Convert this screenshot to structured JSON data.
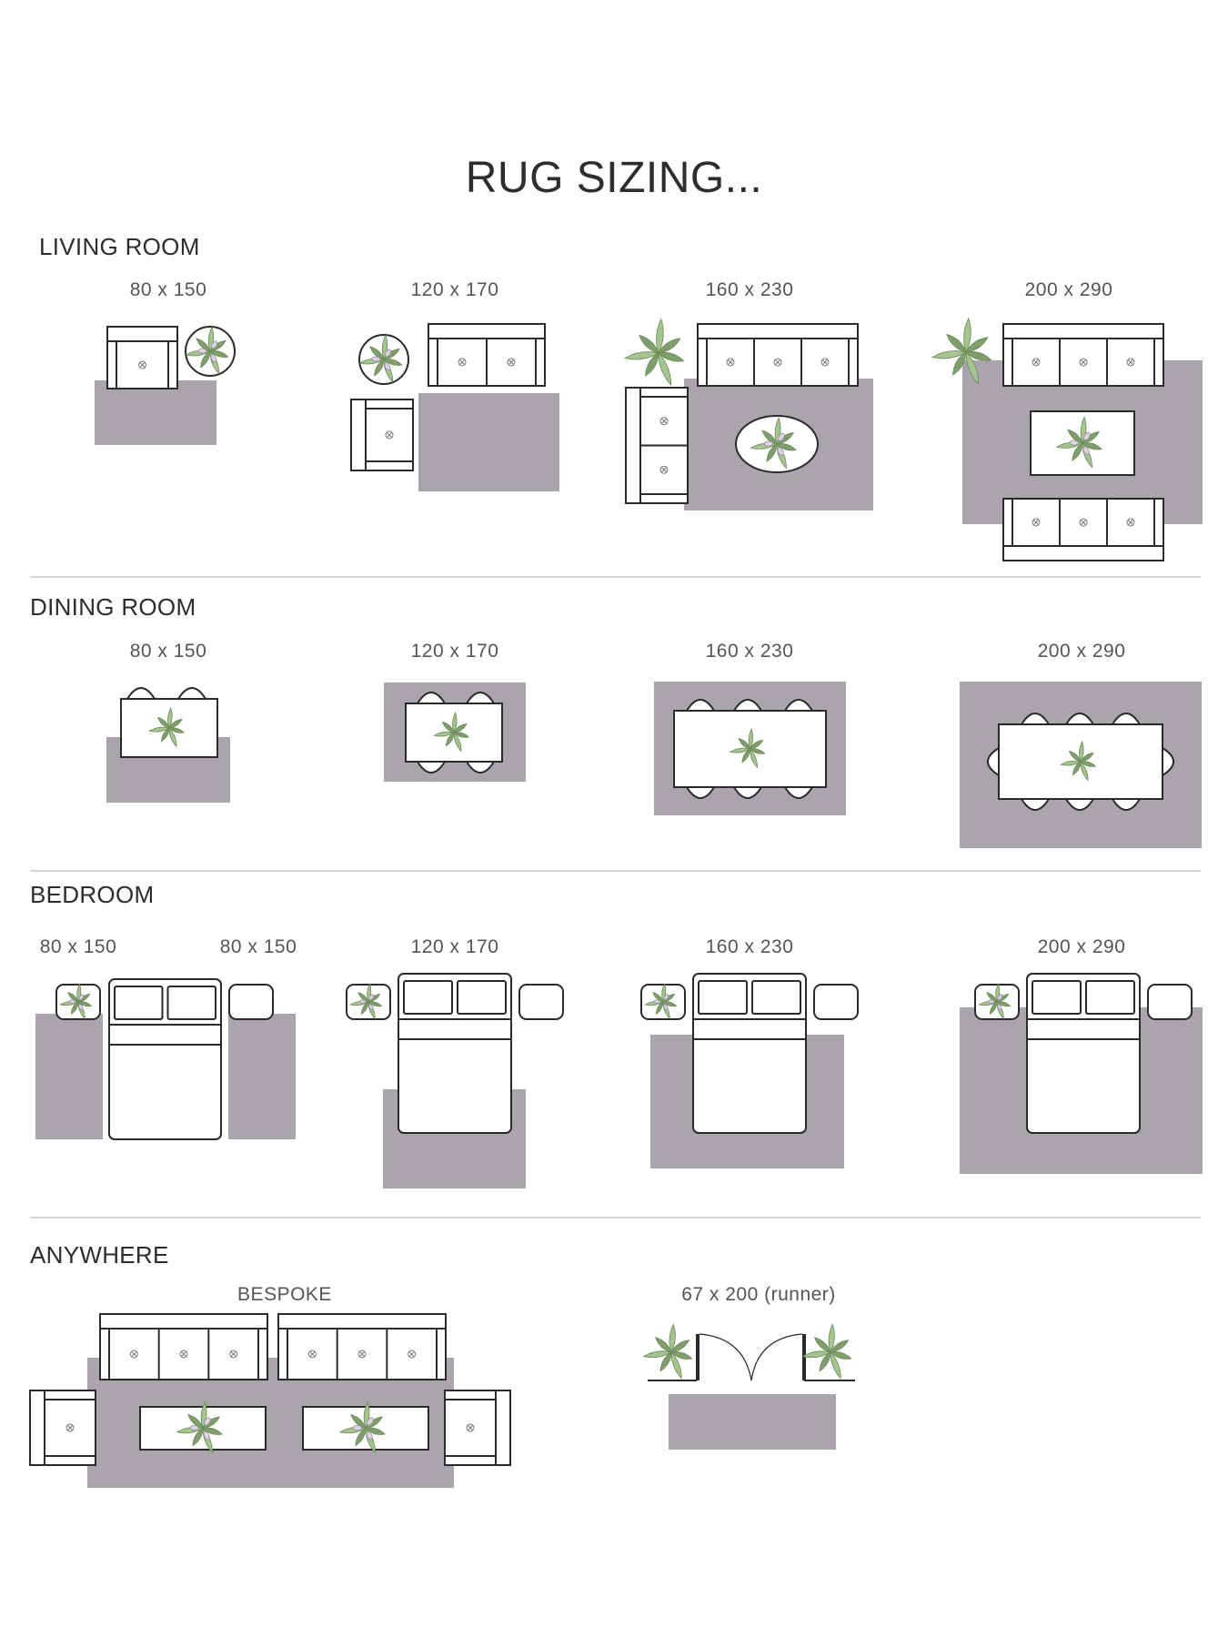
{
  "title": "RUG SIZING...",
  "colors": {
    "rug": "#aaa5ad",
    "outline": "#2a2a2a",
    "leaf": "#a6c48f",
    "leaf_dark": "#7f9e6c",
    "petal": "#ddd3e2",
    "divider": "#d6d6d6"
  },
  "sections": {
    "living": {
      "heading": "LIVING ROOM",
      "sizes": [
        "80 x 150",
        "120 x 170",
        "160 x 230",
        "200 x 290"
      ]
    },
    "dining": {
      "heading": "DINING ROOM",
      "sizes": [
        "80 x 150",
        "120 x 170",
        "160 x 230",
        "200 x 290"
      ]
    },
    "bedroom": {
      "heading": "BEDROOM",
      "sizes": [
        "80 x 150",
        "80 x 150",
        "120 x 170",
        "160 x 230",
        "200 x 290"
      ]
    },
    "anywhere": {
      "heading": "ANYWHERE",
      "sizes": [
        "BESPOKE",
        "67 x 200 (runner)"
      ]
    }
  }
}
